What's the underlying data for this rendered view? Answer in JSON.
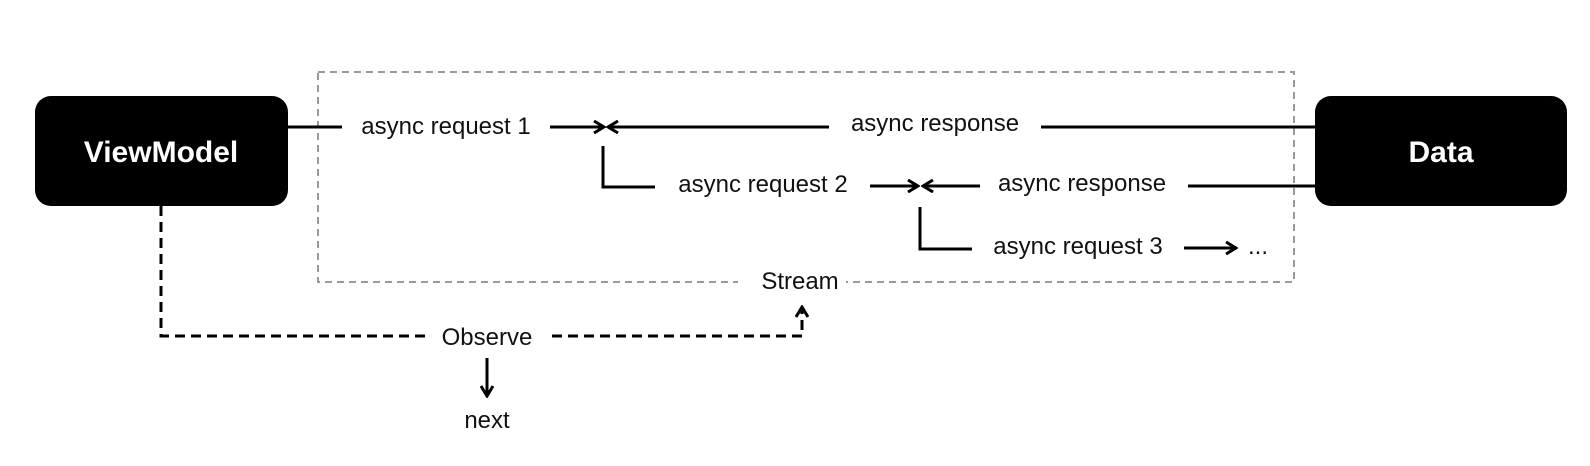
{
  "nodes": {
    "viewmodel": "ViewModel",
    "data": "Data"
  },
  "flows": {
    "request_1": "async request 1",
    "request_2": "async request 2",
    "request_3": "async request 3",
    "response_1": "async response",
    "response_2": "async response",
    "ellipsis": "..."
  },
  "stream": {
    "label": "Stream"
  },
  "observe": {
    "label": "Observe",
    "next_label": "next"
  },
  "colors": {
    "box_fill": "#000000",
    "box_text": "#ffffff",
    "stream_border": "#9a9a9a",
    "line": "#000000"
  }
}
